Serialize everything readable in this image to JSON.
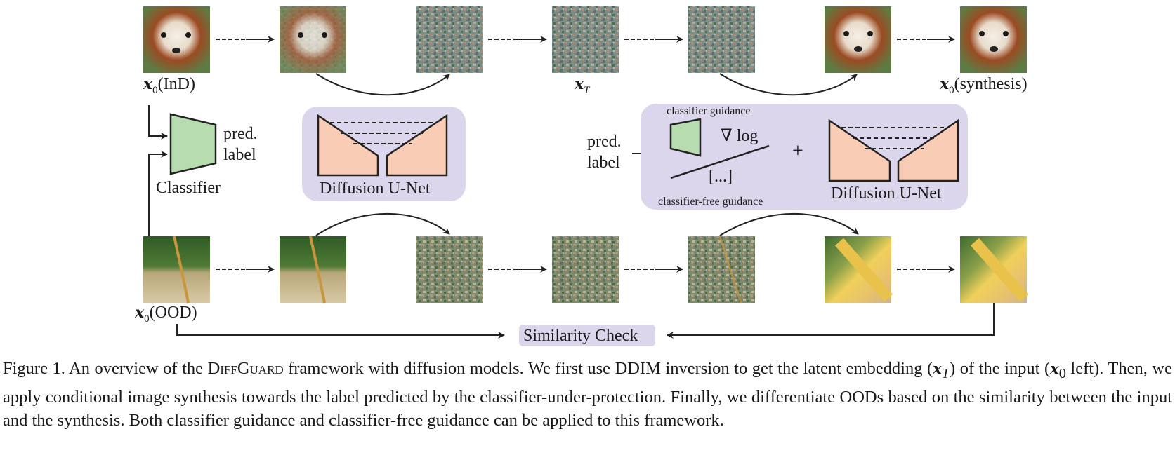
{
  "colors": {
    "classifier_green": "#b6dcb0",
    "unet_peach": "#f9cdb5",
    "panel_lavender": "#dcd6ec",
    "stroke": "#222222"
  },
  "labels": {
    "x0_ind": "(InD)",
    "xT": "",
    "x0_synthesis": "(synthesis)",
    "x0_ood": "(OOD)",
    "pred_label_left_1": "pred.",
    "pred_label_left_2": "label",
    "classifier": "Classifier",
    "diffusion_unet_left": "Diffusion U-Net",
    "pred_label_right_1": "pred.",
    "pred_label_right_2": "label",
    "classifier_guidance": "classifier guidance",
    "grad_log": "∇ log",
    "ellipsis": "[...]",
    "classifier_free_guidance": "classifier-free guidance",
    "plus": "+",
    "diffusion_unet_right": "Diffusion U-Net",
    "similarity_check": "Similarity Check"
  },
  "caption": {
    "part1": "Figure 1. An overview of the ",
    "name": "DiffGuard",
    "part2": " framework with diffusion models. We first use DDIM inversion to get the latent embedding (",
    "part3": ") of the input (",
    "part4": " left). Then, we apply conditional image synthesis towards the label predicted by the classifier-under-protection. Finally, we differentiate OODs based on the similarity between the input and the synthesis. Both classifier guidance and classifier-free guidance can be applied to this framework."
  },
  "images": {
    "top_row": [
      "dog-input",
      "dog-step-1",
      "noise-1",
      "noise-latent",
      "noise-2",
      "dog-step-5",
      "dog-synthesis"
    ],
    "bottom_row": [
      "grass-input",
      "grass-step-1",
      "noise-3",
      "noise-latent-2",
      "noise-4",
      "corn-step-5",
      "corn-synthesis"
    ]
  }
}
